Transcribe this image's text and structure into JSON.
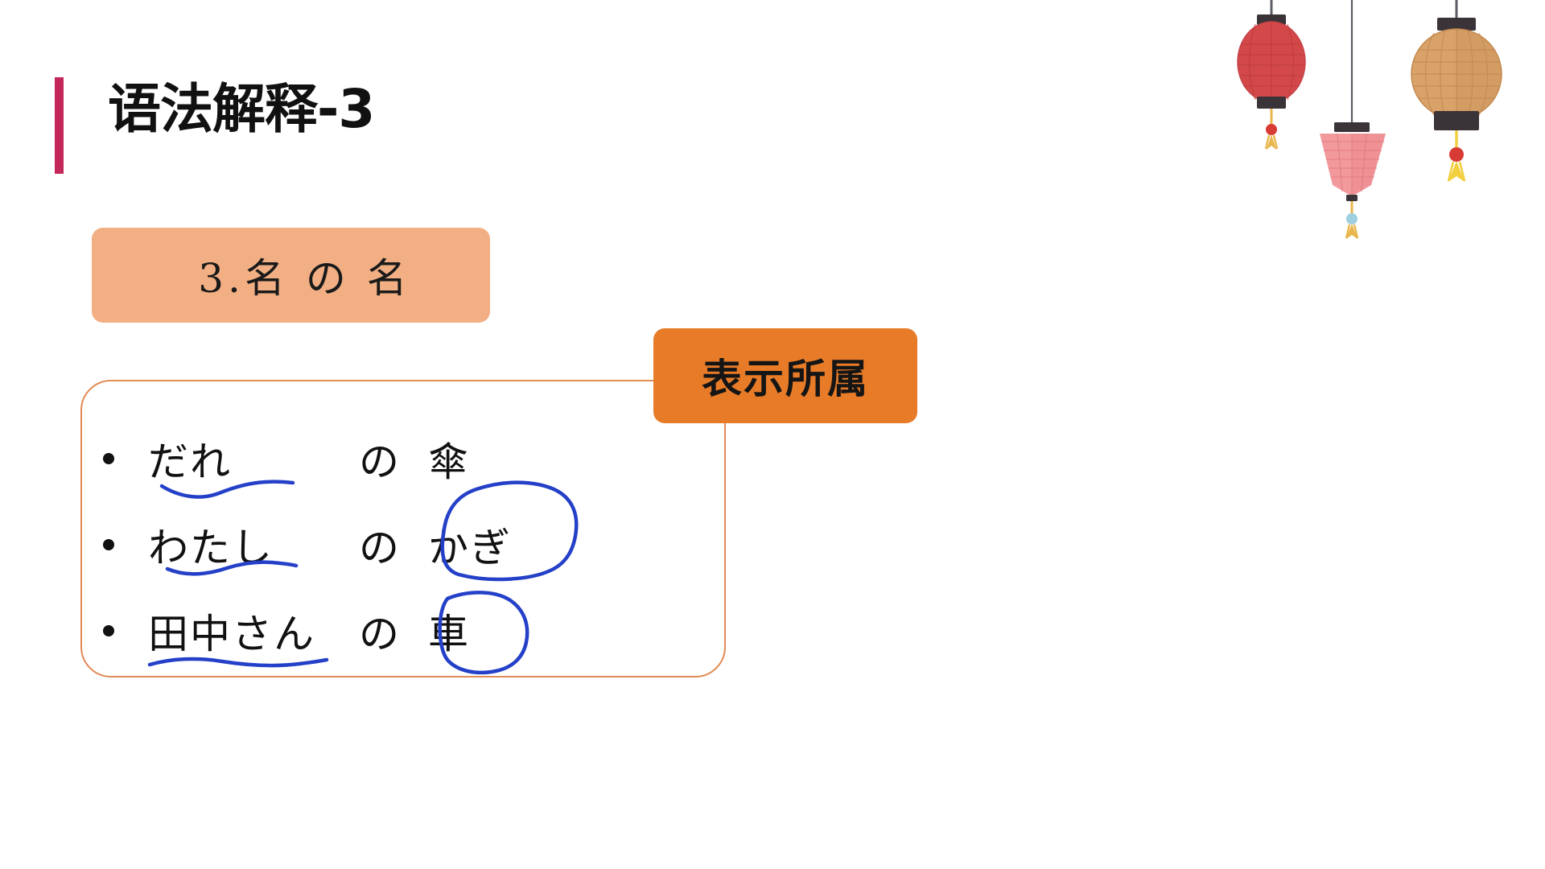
{
  "slide": {
    "background_color": "#FFFFFF",
    "title": "语法解释-3",
    "title_accent_color": "#C4285B"
  },
  "heading_pill": {
    "text": "3.名 の 名",
    "fill_color": "#F2AF84"
  },
  "callout": {
    "text": "表示所属",
    "fill_color": "#E87B28",
    "text_color": "#151515"
  },
  "content_box": {
    "border_color": "#E08A54"
  },
  "examples": {
    "bullet_glyph": "•",
    "rows": [
      {
        "noun1": "だれ",
        "particle": "の",
        "noun2": "傘",
        "noun1_underlined": true,
        "noun2_circled": false
      },
      {
        "noun1": "わたし",
        "particle": "の",
        "noun2": "かぎ",
        "noun1_underlined": true,
        "noun2_circled": true
      },
      {
        "noun1": "田中さん",
        "particle": "の",
        "noun2": "車",
        "noun1_underlined": true,
        "noun2_circled": true
      }
    ],
    "ink_color": "#2440C8"
  },
  "decorations": {
    "lanterns": [
      {
        "name": "red-oval-lantern",
        "body_color": "#D94C4C",
        "cap_color": "#3A3338",
        "tassel_color": "#E8B64C",
        "bead_color": "#D83A34"
      },
      {
        "name": "pink-cone-lantern",
        "body_color": "#F2999C",
        "cap_color": "#3A3338",
        "tassel_color": "#E8B64C",
        "bead_color": "#9ED0E0"
      },
      {
        "name": "tan-round-lantern",
        "body_color": "#D9A268",
        "cap_color": "#3A3338",
        "tassel_color": "#F2CF3E",
        "bead_color": "#D83A34"
      }
    ]
  }
}
